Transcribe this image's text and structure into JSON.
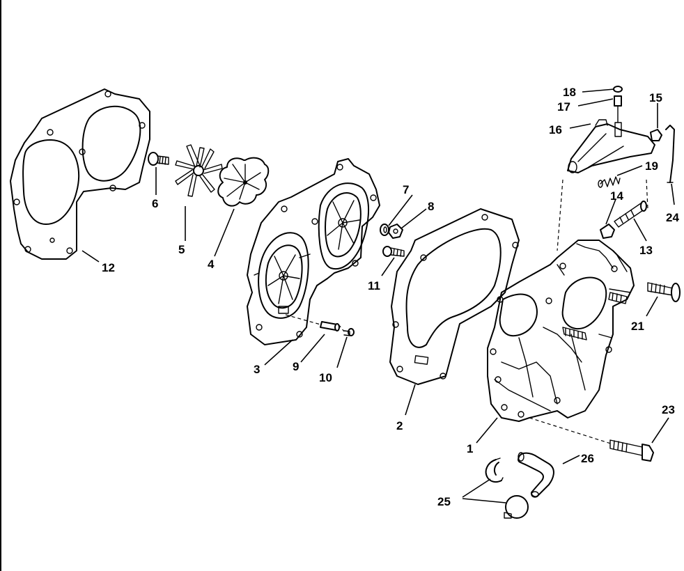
{
  "callouts": {
    "c1": "1",
    "c2": "2",
    "c3": "3",
    "c4": "4",
    "c5": "5",
    "c6": "6",
    "c7": "7",
    "c8": "8",
    "c9": "9",
    "c10": "10",
    "c11": "11",
    "c12": "12",
    "c13": "13",
    "c14": "14",
    "c15": "15",
    "c16": "16",
    "c17": "17",
    "c18": "18",
    "c19": "19",
    "c21": "21",
    "c23": "23",
    "c24": "24",
    "c25": "25",
    "c26": "26"
  },
  "colors": {
    "ink": "#000000",
    "paper": "#ffffff"
  }
}
